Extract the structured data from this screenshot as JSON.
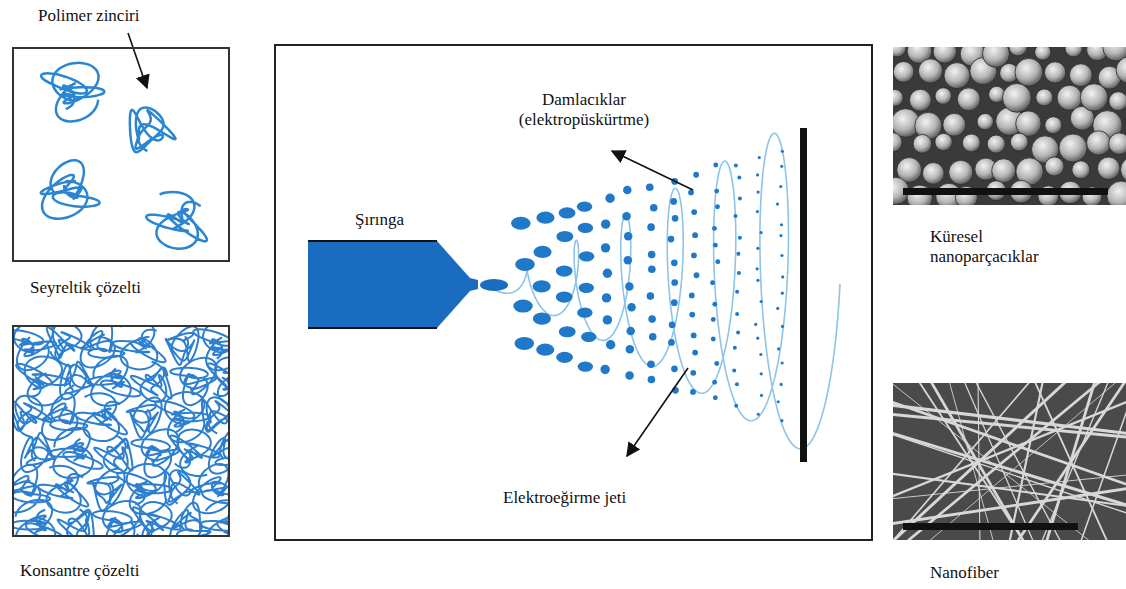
{
  "diagram": {
    "nodes": [
      {
        "text": [
          "Seyreltik çözelti"
        ]
      },
      {
        "text": [
          "Konsantre çözelti"
        ]
      },
      {
        "text": [
          "Küresel nanoparçacıklar"
        ]
      },
      {
        "text": [
          "Nanofiber"
        ]
      }
    ],
    "labels": [
      "Polimer zinciri",
      "Şırınga",
      "Damlacıklar (elektropüskürtme)",
      "Elektroeğirme jeti"
    ]
  }
}
